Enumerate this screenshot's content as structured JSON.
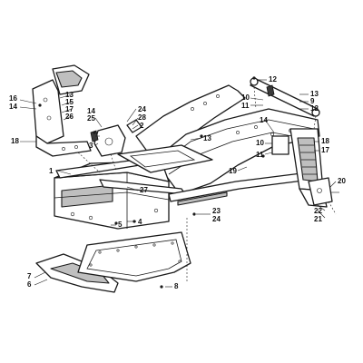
{
  "diagram": {
    "callouts": [
      {
        "id": "c1",
        "text": "13"
      },
      {
        "id": "c2",
        "text": "16"
      },
      {
        "id": "c3",
        "text": "14"
      },
      {
        "id": "c4",
        "text": "15"
      },
      {
        "id": "c5",
        "text": "17"
      },
      {
        "id": "c6",
        "text": "26"
      },
      {
        "id": "c7",
        "text": "18"
      },
      {
        "id": "c8",
        "text": "14"
      },
      {
        "id": "c9",
        "text": "25"
      },
      {
        "id": "c10",
        "text": "3"
      },
      {
        "id": "c11",
        "text": "24"
      },
      {
        "id": "c12",
        "text": "28"
      },
      {
        "id": "c13",
        "text": "2"
      },
      {
        "id": "c14",
        "text": "13"
      },
      {
        "id": "c15",
        "text": "1"
      },
      {
        "id": "c16",
        "text": "27"
      },
      {
        "id": "c17",
        "text": "4"
      },
      {
        "id": "c18",
        "text": "5"
      },
      {
        "id": "c19",
        "text": "23"
      },
      {
        "id": "c20",
        "text": "24"
      },
      {
        "id": "c21",
        "text": "7"
      },
      {
        "id": "c22",
        "text": "6"
      },
      {
        "id": "c23",
        "text": "8"
      },
      {
        "id": "c24",
        "text": "12"
      },
      {
        "id": "c25",
        "text": "10"
      },
      {
        "id": "c26",
        "text": "11"
      },
      {
        "id": "c27",
        "text": "13"
      },
      {
        "id": "c28",
        "text": "9"
      },
      {
        "id": "c29",
        "text": "12"
      },
      {
        "id": "c30",
        "text": "14"
      },
      {
        "id": "c31",
        "text": "18"
      },
      {
        "id": "c32",
        "text": "17"
      },
      {
        "id": "c33",
        "text": "10"
      },
      {
        "id": "c34",
        "text": "11"
      },
      {
        "id": "c35",
        "text": "19"
      },
      {
        "id": "c36",
        "text": "20"
      },
      {
        "id": "c37",
        "text": "22"
      },
      {
        "id": "c38",
        "text": "21"
      }
    ]
  }
}
